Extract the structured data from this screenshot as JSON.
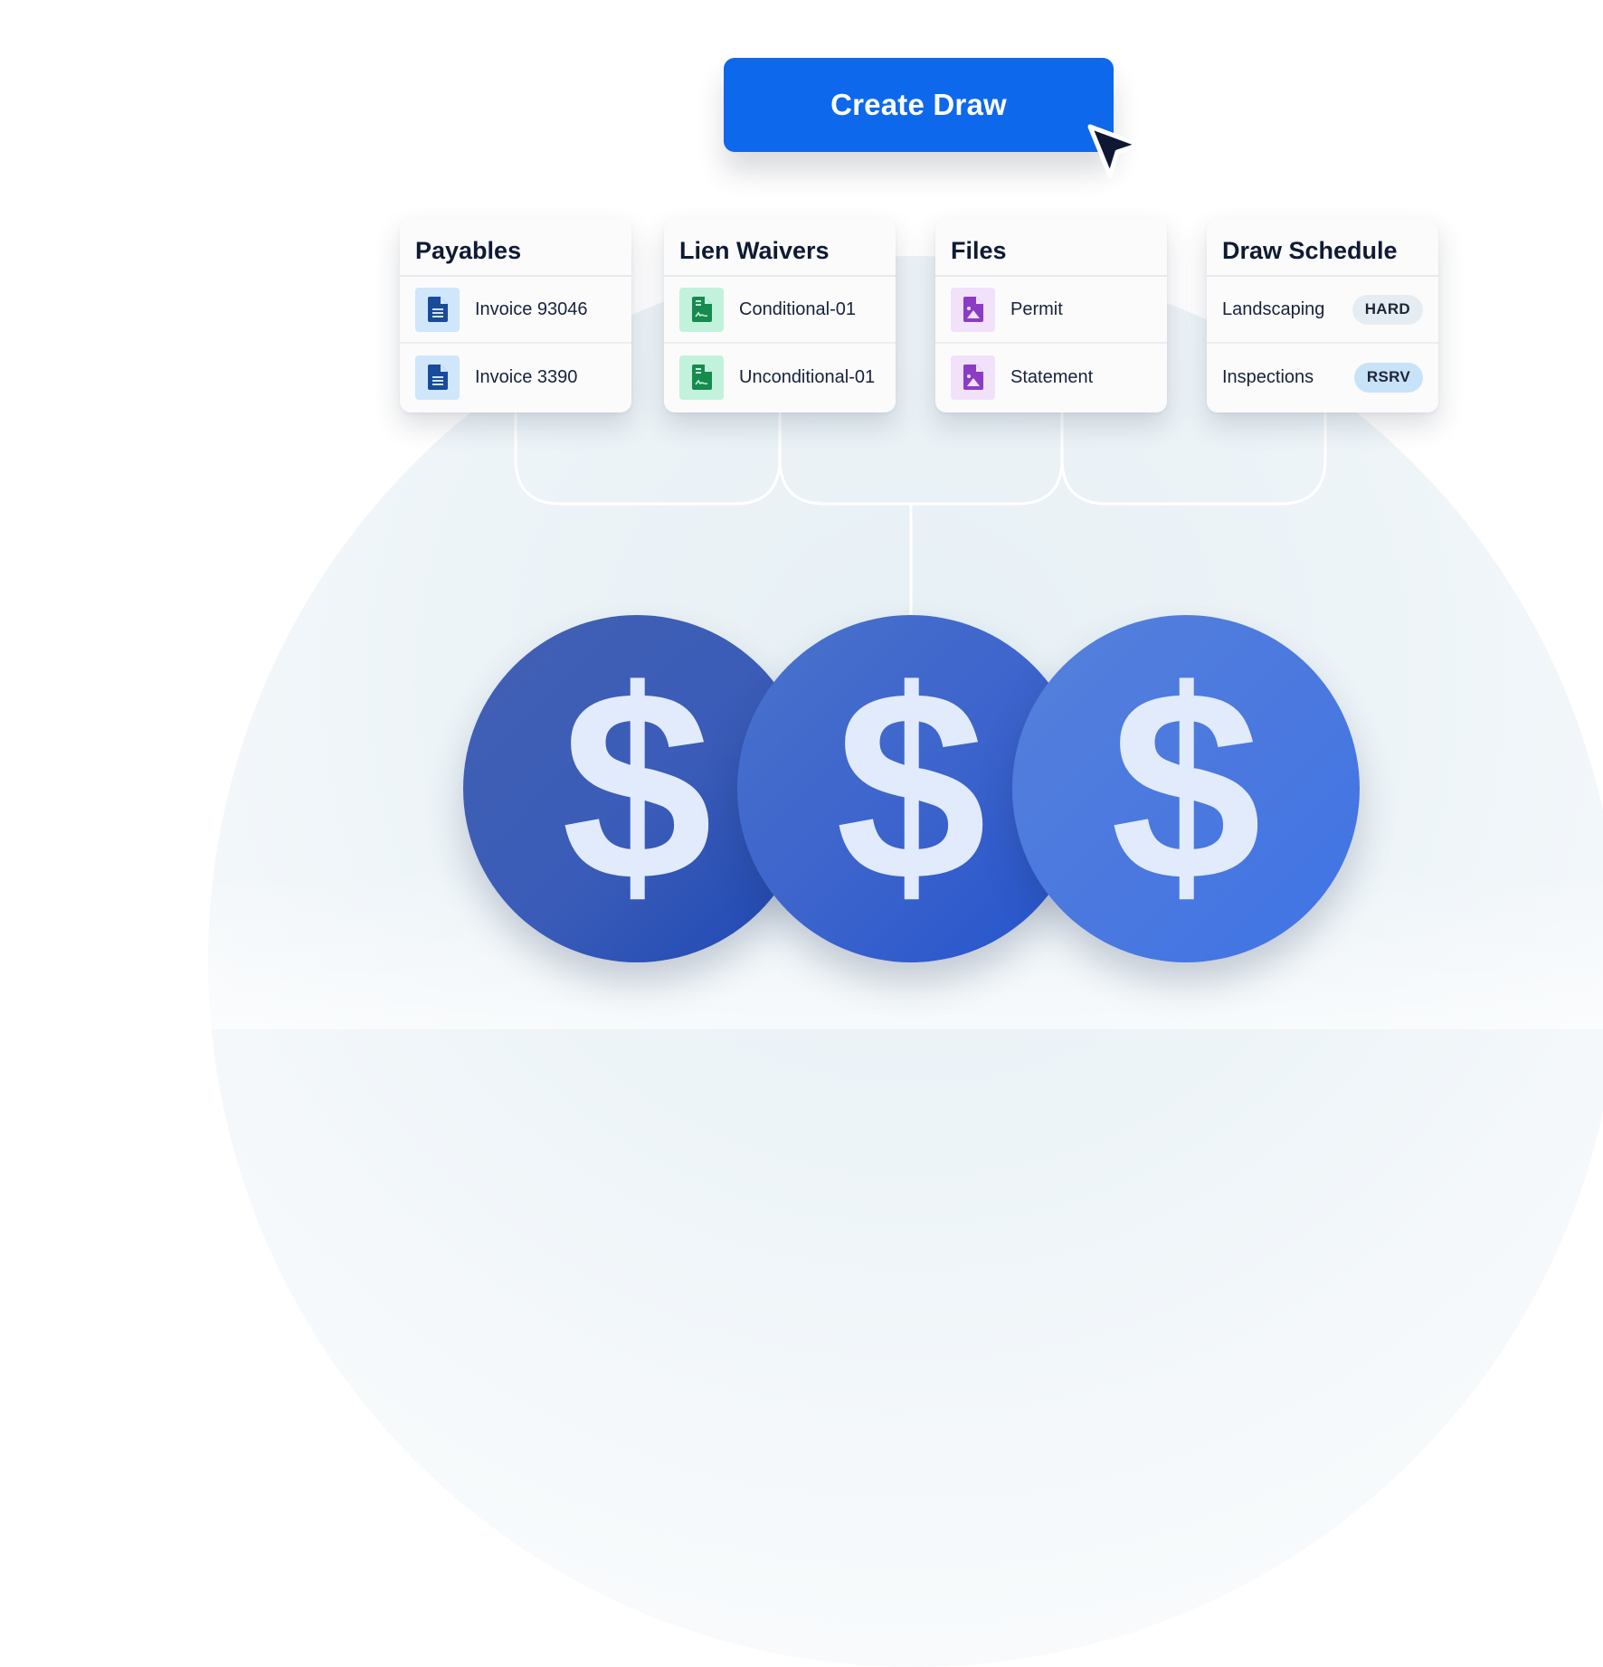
{
  "primary_action": {
    "label": "Create Draw",
    "color": "#0d68ec"
  },
  "cursor": {
    "icon": "arrow-pointer-icon",
    "color": "#0f1733"
  },
  "cards": [
    {
      "title": "Payables",
      "icon": "document-icon",
      "icon_color": "#1a4a9c",
      "icon_bg": "#cfe6fb",
      "items": [
        {
          "label": "Invoice 93046"
        },
        {
          "label": "Invoice 3390"
        }
      ]
    },
    {
      "title": "Lien Waivers",
      "icon": "signed-document-icon",
      "icon_color": "#178a4e",
      "icon_bg": "#c2f2db",
      "items": [
        {
          "label": "Conditional-01"
        },
        {
          "label": "Unconditional-01"
        }
      ]
    },
    {
      "title": "Files",
      "icon": "image-file-icon",
      "icon_color": "#8a3dc4",
      "icon_bg": "#f1e1fb",
      "items": [
        {
          "label": "Permit"
        },
        {
          "label": "Statement"
        }
      ]
    },
    {
      "title": "Draw Schedule",
      "items": [
        {
          "label": "Landscaping",
          "badge": "HARD",
          "badge_bg": "#e6edf2"
        },
        {
          "label": "Inspections",
          "badge": "RSRV",
          "badge_bg": "#c8e2f7"
        }
      ]
    }
  ],
  "coins": [
    {
      "symbol": "$",
      "gradient_from": "#4260b3",
      "gradient_to": "#1c47b5"
    },
    {
      "symbol": "$",
      "gradient_from": "#4a72cc",
      "gradient_to": "#2353cc"
    },
    {
      "symbol": "$",
      "gradient_from": "#5580db",
      "gradient_to": "#3f74e6"
    }
  ]
}
